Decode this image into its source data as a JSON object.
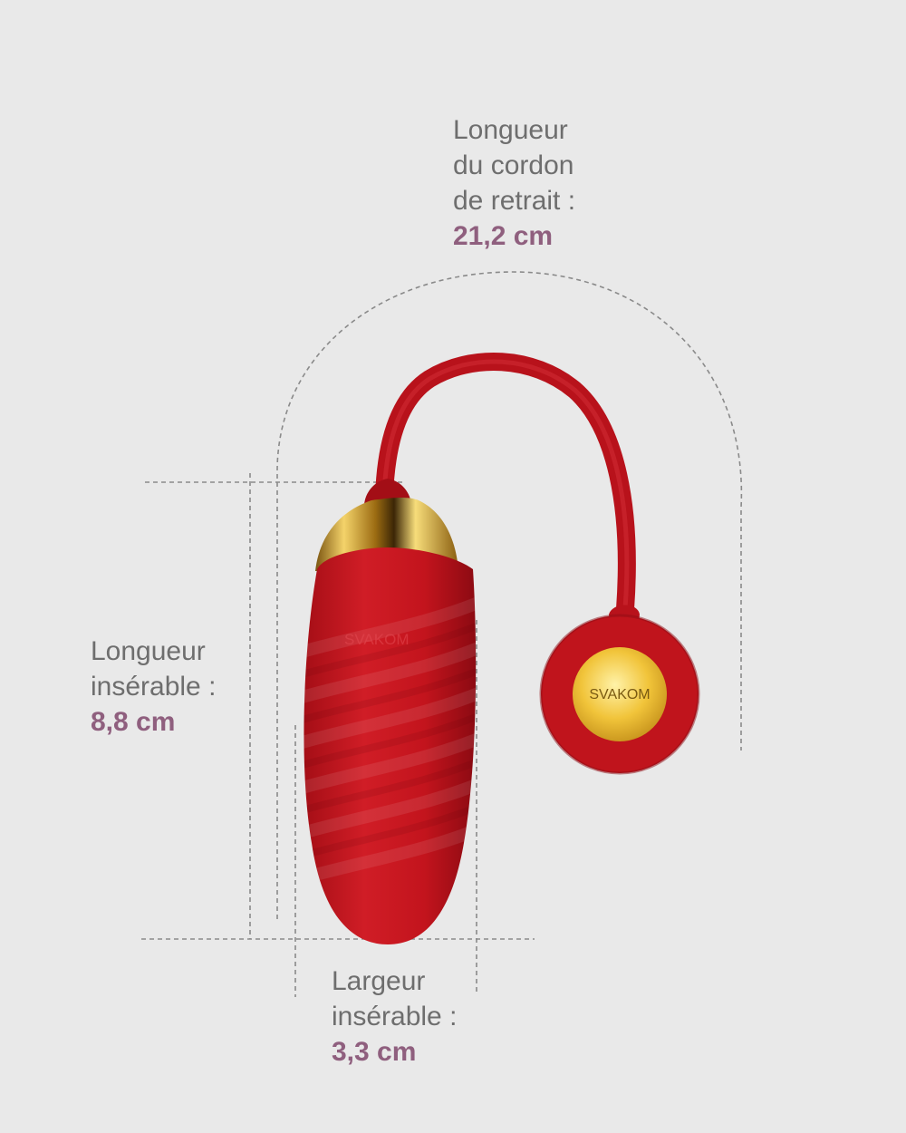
{
  "colors": {
    "background": "#e9e9e9",
    "label_text": "#6e6e6e",
    "value_text": "#8f5f7e",
    "product_red": "#c4161f",
    "gold": "#e0b32e",
    "guide_line": "#8a8a8a"
  },
  "cord_length": {
    "lines": [
      "Longueur",
      "du cordon",
      "de retrait :"
    ],
    "value": "21,2 cm"
  },
  "insertable_length": {
    "lines": [
      "Longueur",
      "insérable :"
    ],
    "value": "8,8 cm"
  },
  "insertable_width": {
    "lines": [
      "Largeur",
      "insérable :"
    ],
    "value": "3,3 cm"
  },
  "product": {
    "brand_on_body": "SVAKOM",
    "brand_on_ring": "SVAKOM"
  }
}
